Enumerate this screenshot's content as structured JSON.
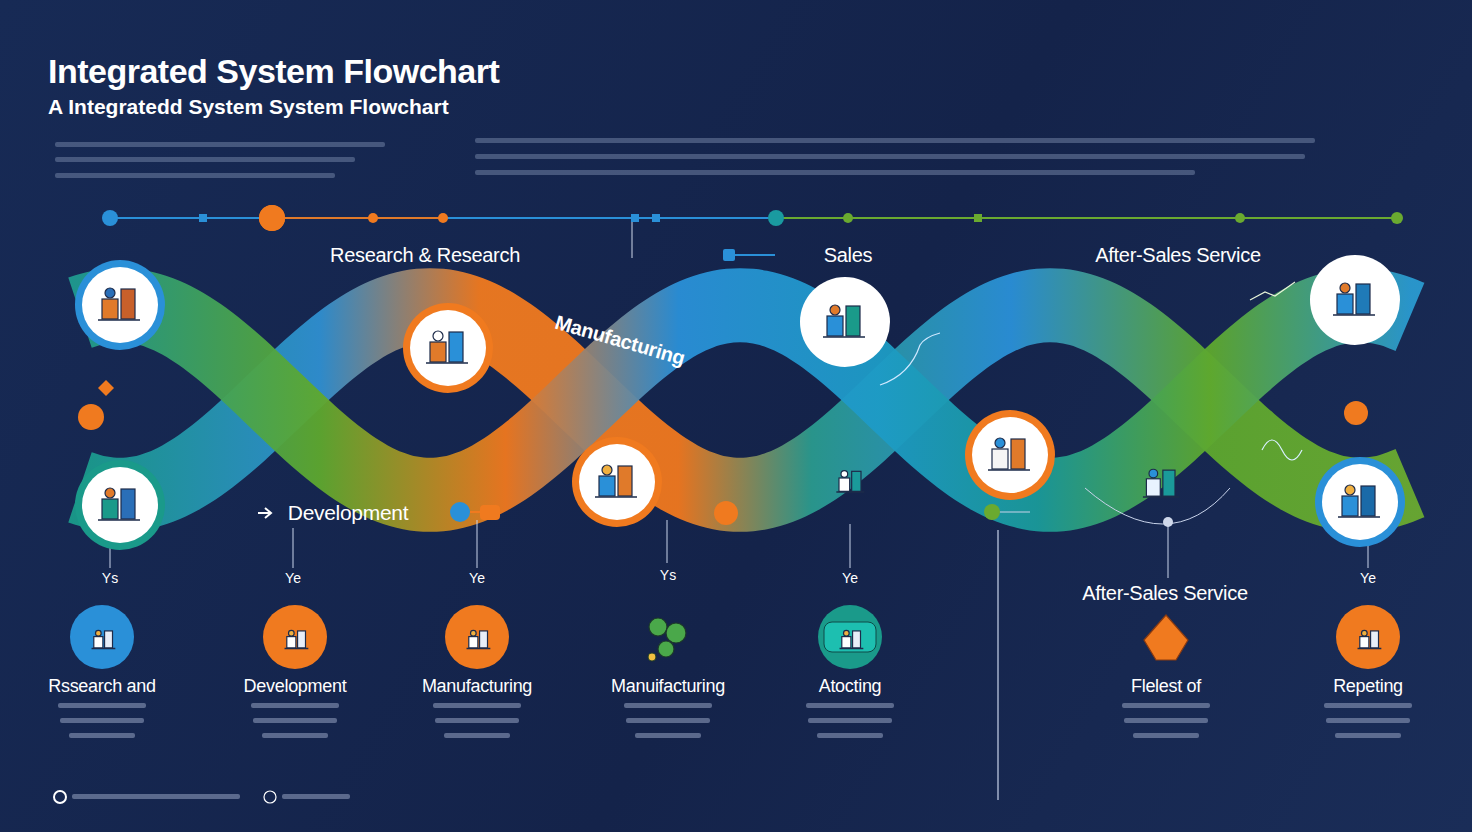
{
  "diagram": {
    "title": "Integrated System Flowchart",
    "caption": "A Integratedd System System Flowchart",
    "nodes": [
      {
        "text": [
          "Research & Research"
        ]
      },
      {
        "text": [
          "Manufacturing"
        ]
      },
      {
        "text": [
          "Sales"
        ]
      },
      {
        "text": [
          "After-Sales Service"
        ]
      },
      {
        "text": [
          "Development"
        ]
      },
      {
        "text": [
          "After-Sales Service"
        ]
      },
      {
        "text": [
          "Rssearch and"
        ]
      },
      {
        "text": [
          "Development"
        ]
      },
      {
        "text": [
          "Manufacturing"
        ]
      },
      {
        "text": [
          "Manuifacturing"
        ]
      },
      {
        "text": [
          "Atocting"
        ]
      },
      {
        "text": [
          "Flelest of"
        ]
      },
      {
        "text": [
          "Repeting"
        ]
      }
    ],
    "labels": [
      "Ys",
      "Ye",
      "Ye",
      "Ys",
      "Ye",
      "Ye"
    ]
  }
}
